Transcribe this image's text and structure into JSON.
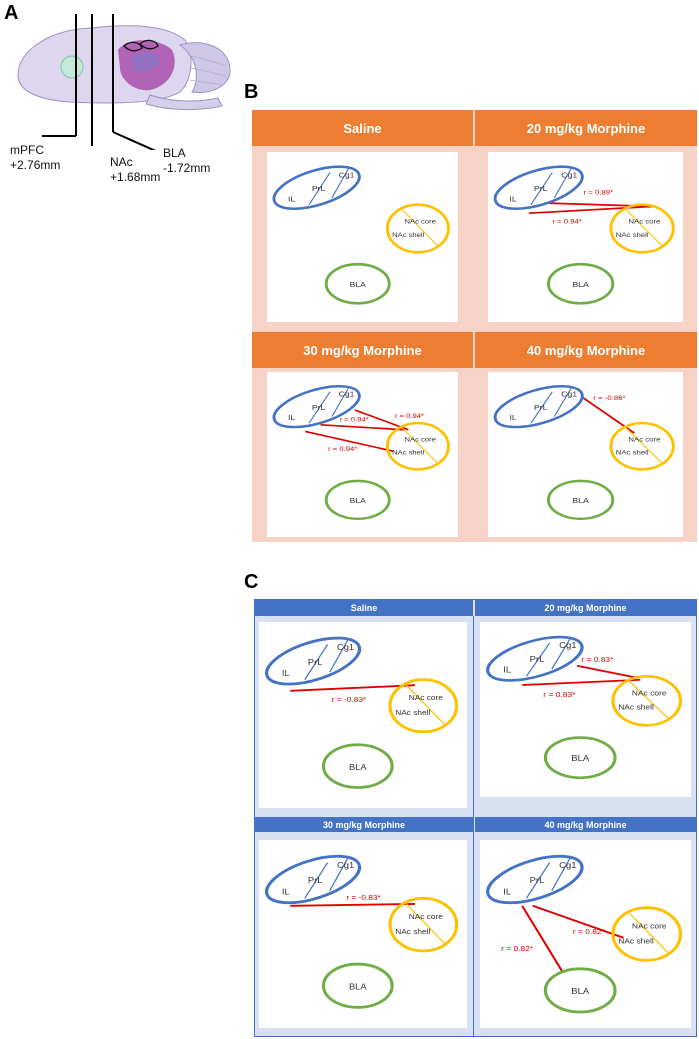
{
  "figure": {
    "panel_A": {
      "letter": "A",
      "labels": [
        {
          "name": "mPFC",
          "coord": "+2.76mm"
        },
        {
          "name": "NAc",
          "coord": "+1.68mm"
        },
        {
          "name": "BLA",
          "coord": "-1.72mm"
        }
      ]
    },
    "panel_B": {
      "letter": "B",
      "cells": [
        {
          "header": "Saline",
          "correlations": []
        },
        {
          "header": "20 mg/kg Morphine",
          "correlations": [
            {
              "from": "PrL",
              "to": "NAc core",
              "label": "r = 0.89*"
            },
            {
              "from": "IL",
              "to": "NAc core",
              "label": "r = 0.94*"
            }
          ]
        },
        {
          "header": "30 mg/kg Morphine",
          "correlations": [
            {
              "from": "PrL",
              "to": "NAc core",
              "label": "r = 0.94*"
            },
            {
              "from": "Cg1",
              "to": "NAc core",
              "label": "r = 0.94*"
            },
            {
              "from": "IL",
              "to": "NAc shell",
              "label": "r = 0.94*"
            }
          ]
        },
        {
          "header": "40 mg/kg Morphine",
          "correlations": [
            {
              "from": "Cg1",
              "to": "NAc core",
              "label": "r = -0.86*"
            }
          ]
        }
      ]
    },
    "panel_C": {
      "letter": "C",
      "cells": [
        {
          "header": "Saline",
          "correlations": [
            {
              "from": "IL",
              "to": "NAc core",
              "label": "r = -0.83*"
            }
          ]
        },
        {
          "header": "20 mg/kg Morphine",
          "correlations": [
            {
              "from": "Cg1",
              "to": "NAc core",
              "label": "r = 0.83*"
            },
            {
              "from": "IL",
              "to": "NAc core",
              "label": "r = 0.83*"
            }
          ]
        },
        {
          "header": "30 mg/kg Morphine",
          "correlations": [
            {
              "from": "IL",
              "to": "NAc core",
              "label": "r = -0.83*"
            }
          ]
        },
        {
          "header": "40 mg/kg Morphine",
          "correlations": [
            {
              "from": "IL",
              "to": "NAc shell",
              "label": "r = 0.82*"
            },
            {
              "from": "IL",
              "to": "BLA",
              "label": "r = 0.82*"
            }
          ]
        }
      ]
    },
    "regions": {
      "il": "IL",
      "prl": "PrL",
      "cg1": "Cg1",
      "nac_core": "NAc core",
      "nac_shell": "NAc shell",
      "bla": "BLA"
    },
    "colors": {
      "mpfc": "#4472c4",
      "nac": "#ffc000",
      "bla": "#70ad47",
      "correlation": "#e00000",
      "header_B": "#ed7d31",
      "header_C": "#4472c4",
      "bg_B": "#f7d2c6",
      "bg_C": "#d8e1f1"
    }
  }
}
